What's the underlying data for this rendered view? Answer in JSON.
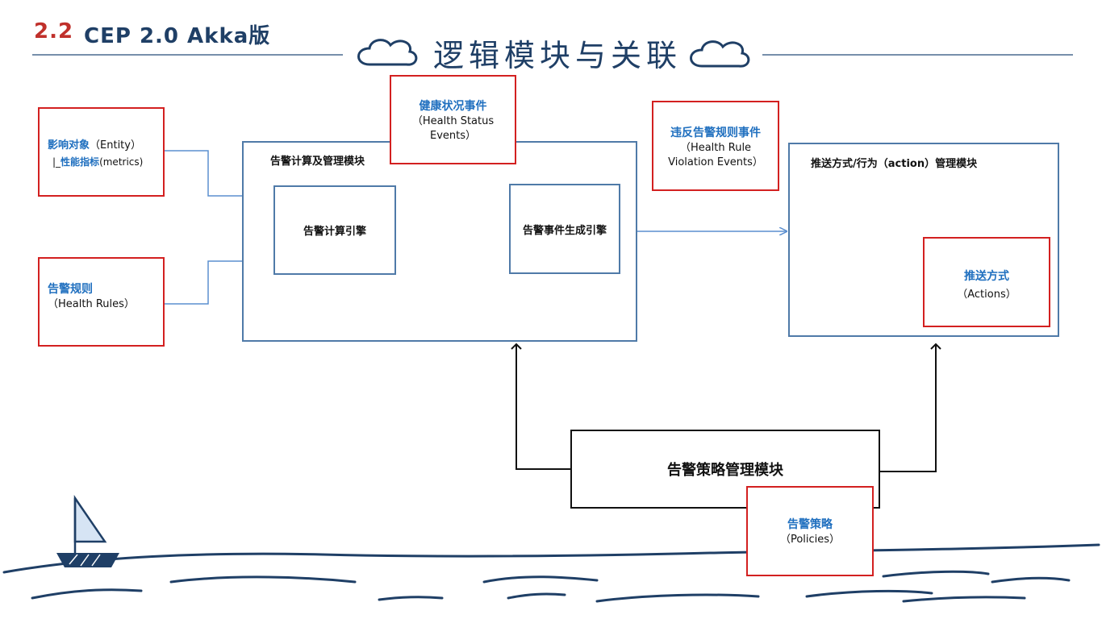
{
  "header": {
    "section_number": "2.2",
    "section_title": "CEP 2.0 Akka版",
    "main_title": "逻辑模块与关联"
  },
  "entity_box": {
    "title": "影响对象",
    "title_en": "（Entity）",
    "sub_prefix": "|_",
    "sub_title": "性能指标",
    "sub_en": "(metrics)"
  },
  "rules_box": {
    "title": "告警规则",
    "title_en": "（Health Rules）"
  },
  "health_events_box": {
    "title": "健康状况事件",
    "line2": "（Health Status",
    "line3": "Events）"
  },
  "violation_box": {
    "title": "违反告警规则事件",
    "line2": "（Health Rule",
    "line3": "Violation Events）"
  },
  "alarm_module": {
    "title": "告警计算及管理模块",
    "engine_label": "告警计算引擎",
    "event_engine_label": "告警事件生成引擎"
  },
  "push_module": {
    "title": "推送方式/行为（action）管理模块",
    "actions_title": "推送方式",
    "actions_en": "（Actions）"
  },
  "policy_module": {
    "title": "告警策略管理模块",
    "policies_title": "告警策略",
    "policies_en": "（Policies）"
  },
  "colors": {
    "accent_red": "#d32020",
    "module_blue": "#4f7aa8",
    "text_blue": "#1f6fbf",
    "header_navy": "#1f3f66"
  }
}
